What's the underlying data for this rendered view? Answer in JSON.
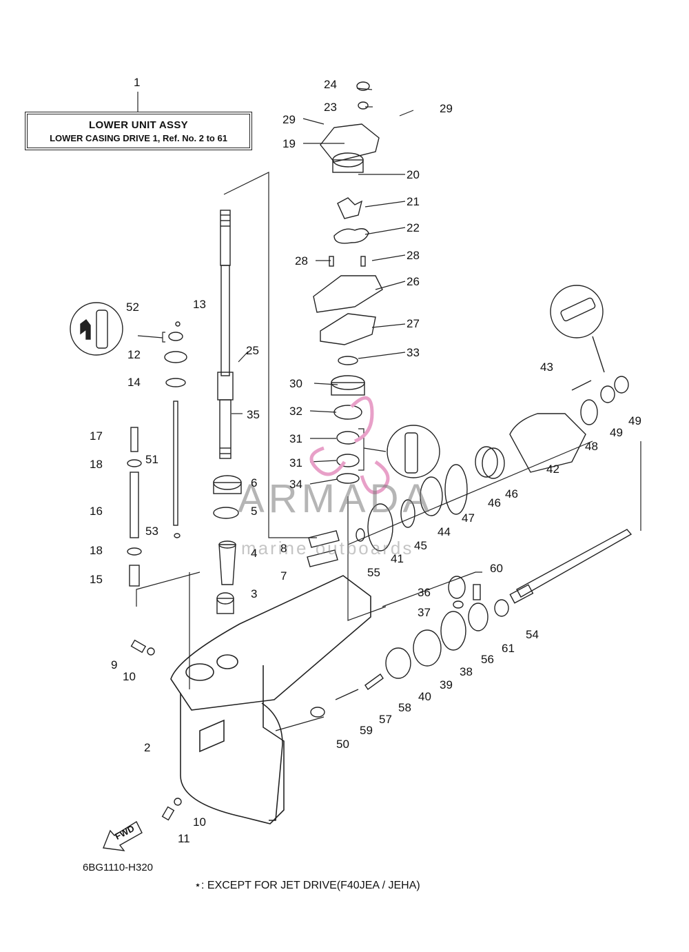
{
  "title_box": {
    "line1": "LOWER UNIT ASSY",
    "line2": "LOWER CASING DRIVE 1,  Ref. No. 2 to 61"
  },
  "diagram_code": "6BG1110-H320",
  "footnote": "⋆: EXCEPT FOR JET DRIVE(F40JEA / JEHA)",
  "fwd_label": "FWD",
  "watermark": {
    "main": "ARMADA",
    "sub": "marine outboards",
    "color": "#e8a0c8"
  },
  "parts": [
    {
      "id": "p1",
      "ref": "1"
    },
    {
      "id": "p2",
      "ref": "2"
    },
    {
      "id": "p3",
      "ref": "3"
    },
    {
      "id": "p4",
      "ref": "4"
    },
    {
      "id": "p5",
      "ref": "5"
    },
    {
      "id": "p6",
      "ref": "6"
    },
    {
      "id": "p7",
      "ref": "7"
    },
    {
      "id": "p8",
      "ref": "8"
    },
    {
      "id": "p9",
      "ref": "9"
    },
    {
      "id": "p10a",
      "ref": "10"
    },
    {
      "id": "p10b",
      "ref": "10"
    },
    {
      "id": "p11",
      "ref": "11"
    },
    {
      "id": "p12",
      "ref": "12"
    },
    {
      "id": "p13",
      "ref": "13"
    },
    {
      "id": "p14",
      "ref": "14"
    },
    {
      "id": "p15",
      "ref": "15"
    },
    {
      "id": "p16",
      "ref": "16"
    },
    {
      "id": "p17",
      "ref": "17"
    },
    {
      "id": "p18a",
      "ref": "18"
    },
    {
      "id": "p18b",
      "ref": "18"
    },
    {
      "id": "p19",
      "ref": "19"
    },
    {
      "id": "p20",
      "ref": "20"
    },
    {
      "id": "p21",
      "ref": "21"
    },
    {
      "id": "p22",
      "ref": "22"
    },
    {
      "id": "p23",
      "ref": "23"
    },
    {
      "id": "p24",
      "ref": "24"
    },
    {
      "id": "p25",
      "ref": "25"
    },
    {
      "id": "p26",
      "ref": "26"
    },
    {
      "id": "p27",
      "ref": "27"
    },
    {
      "id": "p28a",
      "ref": "28"
    },
    {
      "id": "p28b",
      "ref": "28"
    },
    {
      "id": "p29a",
      "ref": "29"
    },
    {
      "id": "p29b",
      "ref": "29"
    },
    {
      "id": "p30",
      "ref": "30"
    },
    {
      "id": "p31a",
      "ref": "31"
    },
    {
      "id": "p31b",
      "ref": "31"
    },
    {
      "id": "p32",
      "ref": "32"
    },
    {
      "id": "p33",
      "ref": "33"
    },
    {
      "id": "p34",
      "ref": "34"
    },
    {
      "id": "p35",
      "ref": "35"
    },
    {
      "id": "p36",
      "ref": "36"
    },
    {
      "id": "p37",
      "ref": "37"
    },
    {
      "id": "p38",
      "ref": "38"
    },
    {
      "id": "p39",
      "ref": "39"
    },
    {
      "id": "p40",
      "ref": "40"
    },
    {
      "id": "p41",
      "ref": "41"
    },
    {
      "id": "p42",
      "ref": "42"
    },
    {
      "id": "p43",
      "ref": "43"
    },
    {
      "id": "p44",
      "ref": "44"
    },
    {
      "id": "p45",
      "ref": "45"
    },
    {
      "id": "p46a",
      "ref": "46"
    },
    {
      "id": "p46b",
      "ref": "46"
    },
    {
      "id": "p47",
      "ref": "47"
    },
    {
      "id": "p48",
      "ref": "48"
    },
    {
      "id": "p49a",
      "ref": "49"
    },
    {
      "id": "p49b",
      "ref": "49"
    },
    {
      "id": "p50",
      "ref": "50"
    },
    {
      "id": "p51",
      "ref": "51"
    },
    {
      "id": "p52",
      "ref": "52"
    },
    {
      "id": "p53",
      "ref": "53"
    },
    {
      "id": "p54",
      "ref": "54"
    },
    {
      "id": "p55",
      "ref": "55"
    },
    {
      "id": "p56",
      "ref": "56"
    },
    {
      "id": "p57",
      "ref": "57"
    },
    {
      "id": "p58",
      "ref": "58"
    },
    {
      "id": "p59",
      "ref": "59"
    },
    {
      "id": "p60",
      "ref": "60"
    },
    {
      "id": "p61",
      "ref": "61"
    }
  ]
}
